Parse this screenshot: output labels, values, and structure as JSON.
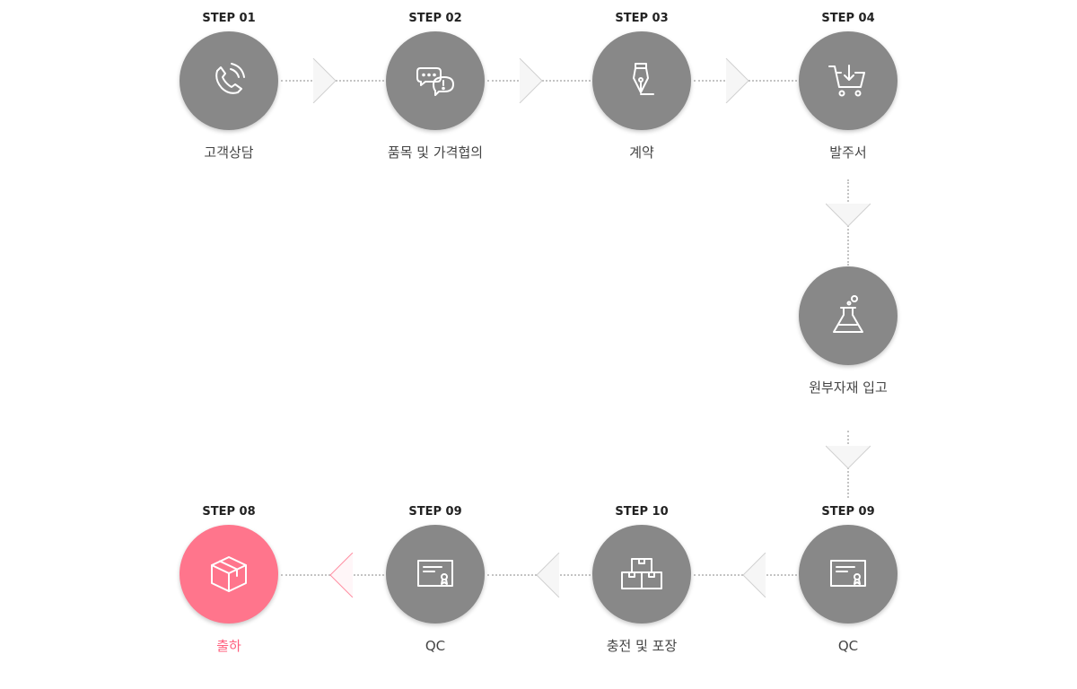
{
  "accent_color": "#ff758c",
  "circle_color": "#888888",
  "steps": [
    {
      "step": "STEP 01",
      "label": "고객상담",
      "icon": "phone-ringing-icon"
    },
    {
      "step": "STEP 02",
      "label": "품목 및 가격협의",
      "icon": "chat-bubbles-icon"
    },
    {
      "step": "STEP 03",
      "label": "계약",
      "icon": "fountain-pen-icon"
    },
    {
      "step": "STEP 04",
      "label": "발주서",
      "icon": "shopping-cart-download-icon"
    },
    {
      "step": "",
      "label": "원부자재 입고",
      "icon": "flask-icon"
    },
    {
      "step": "STEP 09",
      "label": "QC",
      "icon": "certificate-icon"
    },
    {
      "step": "STEP 10",
      "label": "충전 및 포장",
      "icon": "stacked-boxes-icon"
    },
    {
      "step": "STEP 09",
      "label": "QC",
      "icon": "certificate-icon"
    },
    {
      "step": "STEP 08",
      "label": "출하",
      "icon": "package-box-icon"
    }
  ]
}
